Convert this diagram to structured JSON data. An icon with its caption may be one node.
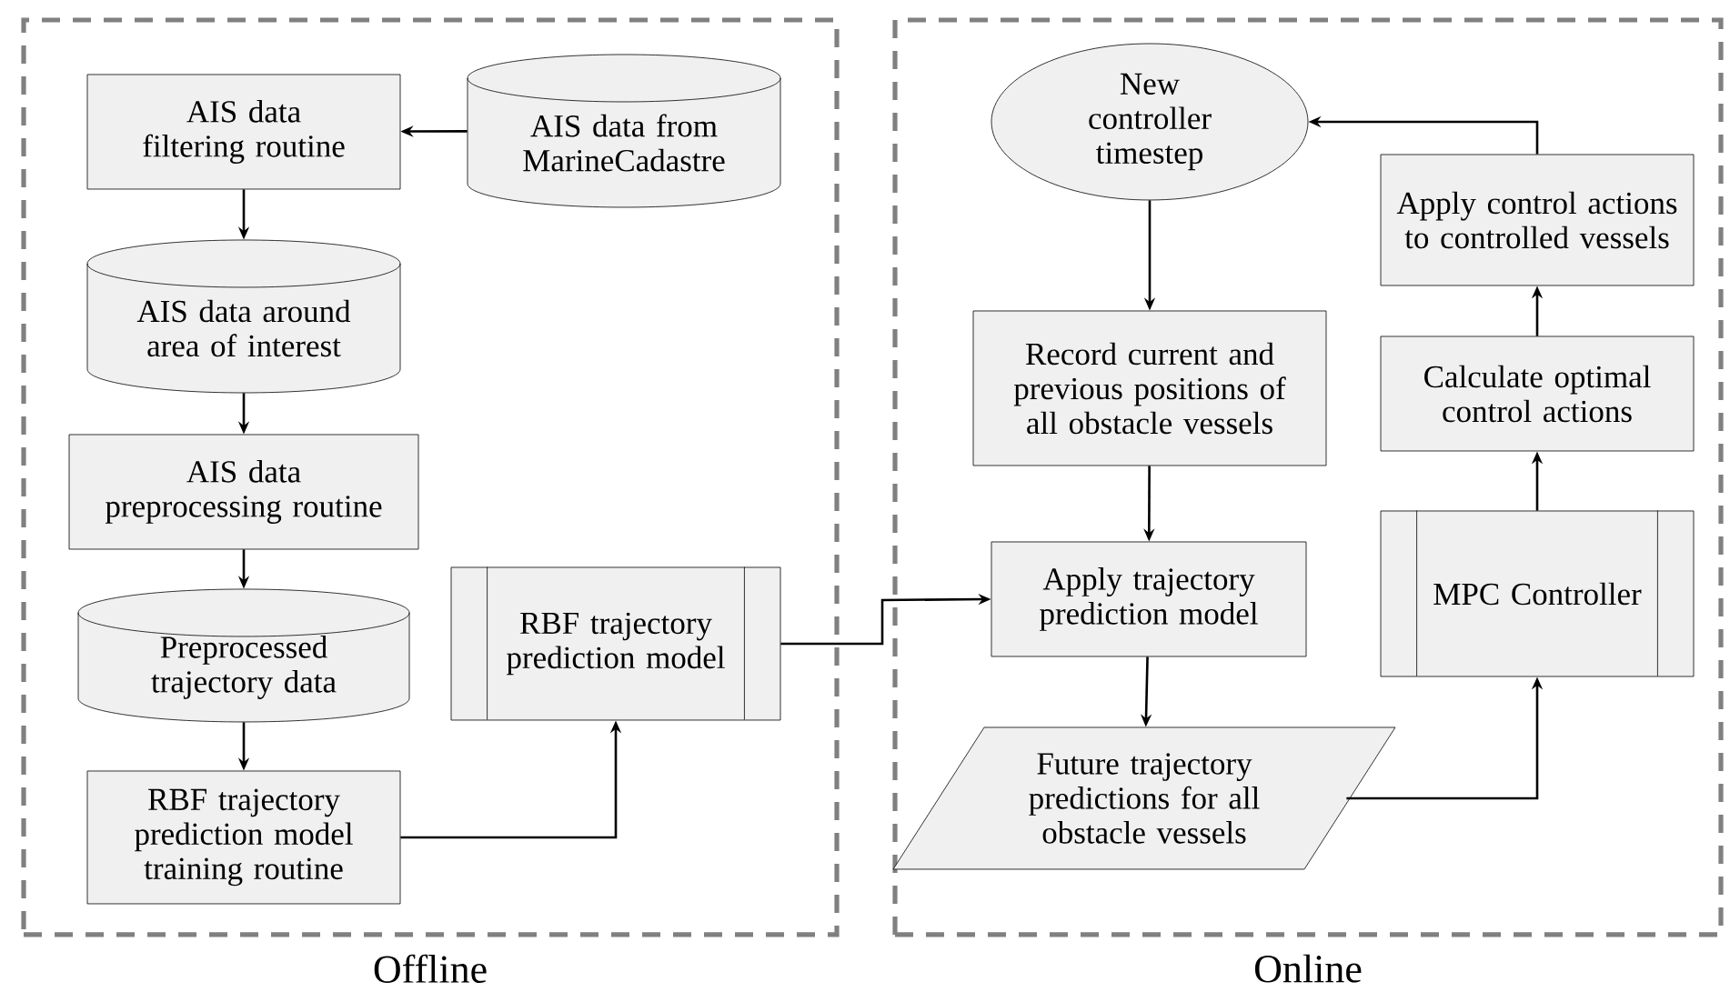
{
  "diagram": {
    "nodes": [
      {
        "text": [
          "Offline"
        ]
      },
      {
        "text": [
          "AIS data filtering routine"
        ],
        "in": 0
      },
      {
        "text": [
          "AIS data from MarineCadastre"
        ],
        "in": 0
      },
      {
        "text": [
          "AIS data around area of interest"
        ],
        "in": 0
      },
      {
        "text": [
          "AIS data preprocessing routine"
        ],
        "in": 0
      },
      {
        "text": [
          "Preprocessed trajectory data"
        ],
        "in": 0
      },
      {
        "text": [
          "RBF trajectory prediction model training routine"
        ],
        "in": 0
      },
      {
        "text": [
          "RBF trajectory prediction model"
        ],
        "in": 0
      },
      {
        "text": [
          "Online"
        ]
      },
      {
        "text": [
          "New controller timestep"
        ],
        "in": 8
      },
      {
        "text": [
          "Record current and previous positions of all obstacle vessels"
        ],
        "in": 8
      },
      {
        "text": [
          "Apply trajectory prediction model"
        ],
        "in": 8
      },
      {
        "text": [
          "Future trajectory predictions for all obstacle vessels"
        ],
        "in": 8
      },
      {
        "text": [
          "MPC Controller"
        ],
        "in": 8
      },
      {
        "text": [
          "Calculate optimal control actions"
        ],
        "in": 8
      },
      {
        "text": [
          "Apply control actions to controlled vessels"
        ],
        "in": 8
      }
    ],
    "edges": [
      {
        "from": 2,
        "to": 1,
        "arrow": "to"
      },
      {
        "from": 1,
        "to": 3,
        "arrow": "to"
      },
      {
        "from": 3,
        "to": 4,
        "arrow": "to"
      },
      {
        "from": 4,
        "to": 5,
        "arrow": "to"
      },
      {
        "from": 5,
        "to": 6,
        "arrow": "to"
      },
      {
        "from": 6,
        "to": 7,
        "arrow": "to"
      },
      {
        "from": 7,
        "to": 11,
        "arrow": "to"
      },
      {
        "from": 9,
        "to": 10,
        "arrow": "to"
      },
      {
        "from": 10,
        "to": 11,
        "arrow": "to"
      },
      {
        "from": 11,
        "to": 12,
        "arrow": "to"
      },
      {
        "from": 12,
        "to": 13,
        "arrow": "to"
      },
      {
        "from": 13,
        "to": 14,
        "arrow": "to"
      },
      {
        "from": 14,
        "to": 15,
        "arrow": "to"
      },
      {
        "from": 15,
        "to": 9,
        "arrow": "to"
      }
    ]
  }
}
